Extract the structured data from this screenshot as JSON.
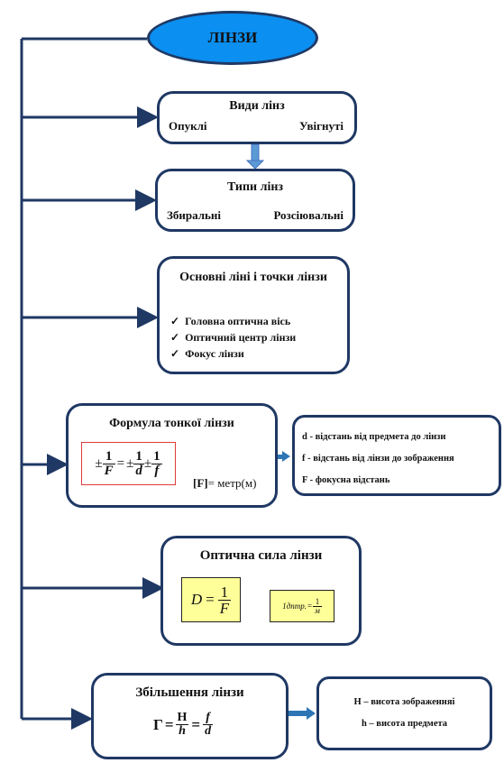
{
  "title": "ЛІНЗИ",
  "lens_kinds": {
    "title": "Види лінз",
    "left": "Опуклі",
    "right": "Увігнуті"
  },
  "lens_types": {
    "title": "Типи лінз",
    "left": "Збиральні",
    "right": "Розсіювальні"
  },
  "main_lines": {
    "title": "Основні ліні і точки лінзи",
    "items": [
      "Головна оптична вісь",
      "Оптичний центр лінзи",
      "Фокус лінзи"
    ]
  },
  "thin_lens": {
    "title": "Формула тонкої лінзи",
    "formula": {
      "pm": "±",
      "one": "1",
      "F": "F",
      "d": "d",
      "f": "f",
      "eq": "="
    },
    "unit_bracket": "[F]",
    "unit_text": "= метр(м)"
  },
  "thin_lens_legend": [
    "d - відстань від предмета до лінзи",
    "f - відстань від лінзи до зображення",
    "F - фокусна відстань"
  ],
  "optical_power": {
    "title": "Оптична сила лінзи",
    "formula": {
      "D": "D",
      "eq": "=",
      "one": "1",
      "F": "F"
    },
    "unit": {
      "lhs": "1дптр.",
      "eq": "=",
      "num": "1",
      "den": "м"
    }
  },
  "magnification": {
    "title": "Збільшення лінзи",
    "formula": {
      "G": "Г",
      "eq": "=",
      "H": "H",
      "h": "h",
      "f": "f",
      "d": "d"
    }
  },
  "magnification_legend": [
    "H – висота зображенняі",
    "h – висота предмета"
  ],
  "colors": {
    "border": "#1f3864",
    "ellipse": "#0b8ff0",
    "formula_bg": "#ffff99",
    "formula_border_red": "#e03a3a",
    "connector": "#4472c4"
  }
}
